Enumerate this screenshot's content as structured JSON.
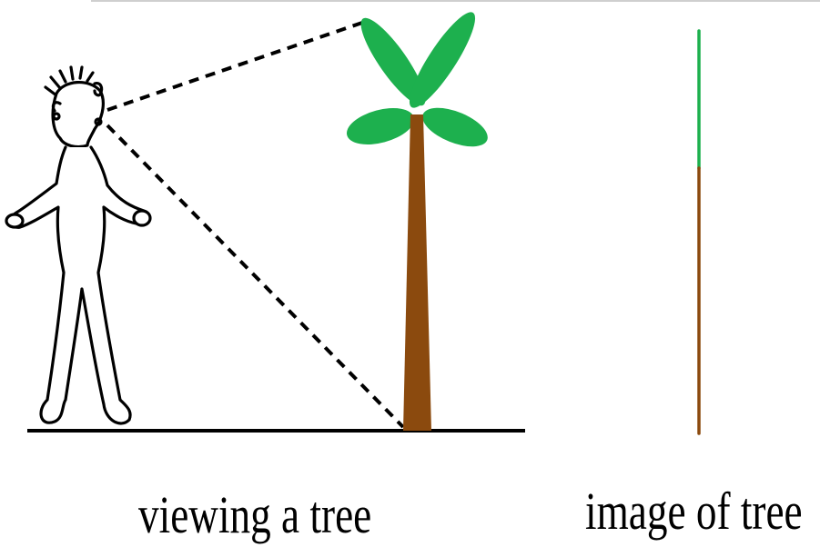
{
  "captions": {
    "left": "viewing a tree",
    "right": "image of tree"
  },
  "colors": {
    "trunk": "#8B4A0E",
    "leaves": "#1DB04E",
    "outline": "#000000",
    "background": "#ffffff"
  },
  "icons": [
    "person-figure",
    "palm-tree",
    "tree-image-line"
  ]
}
